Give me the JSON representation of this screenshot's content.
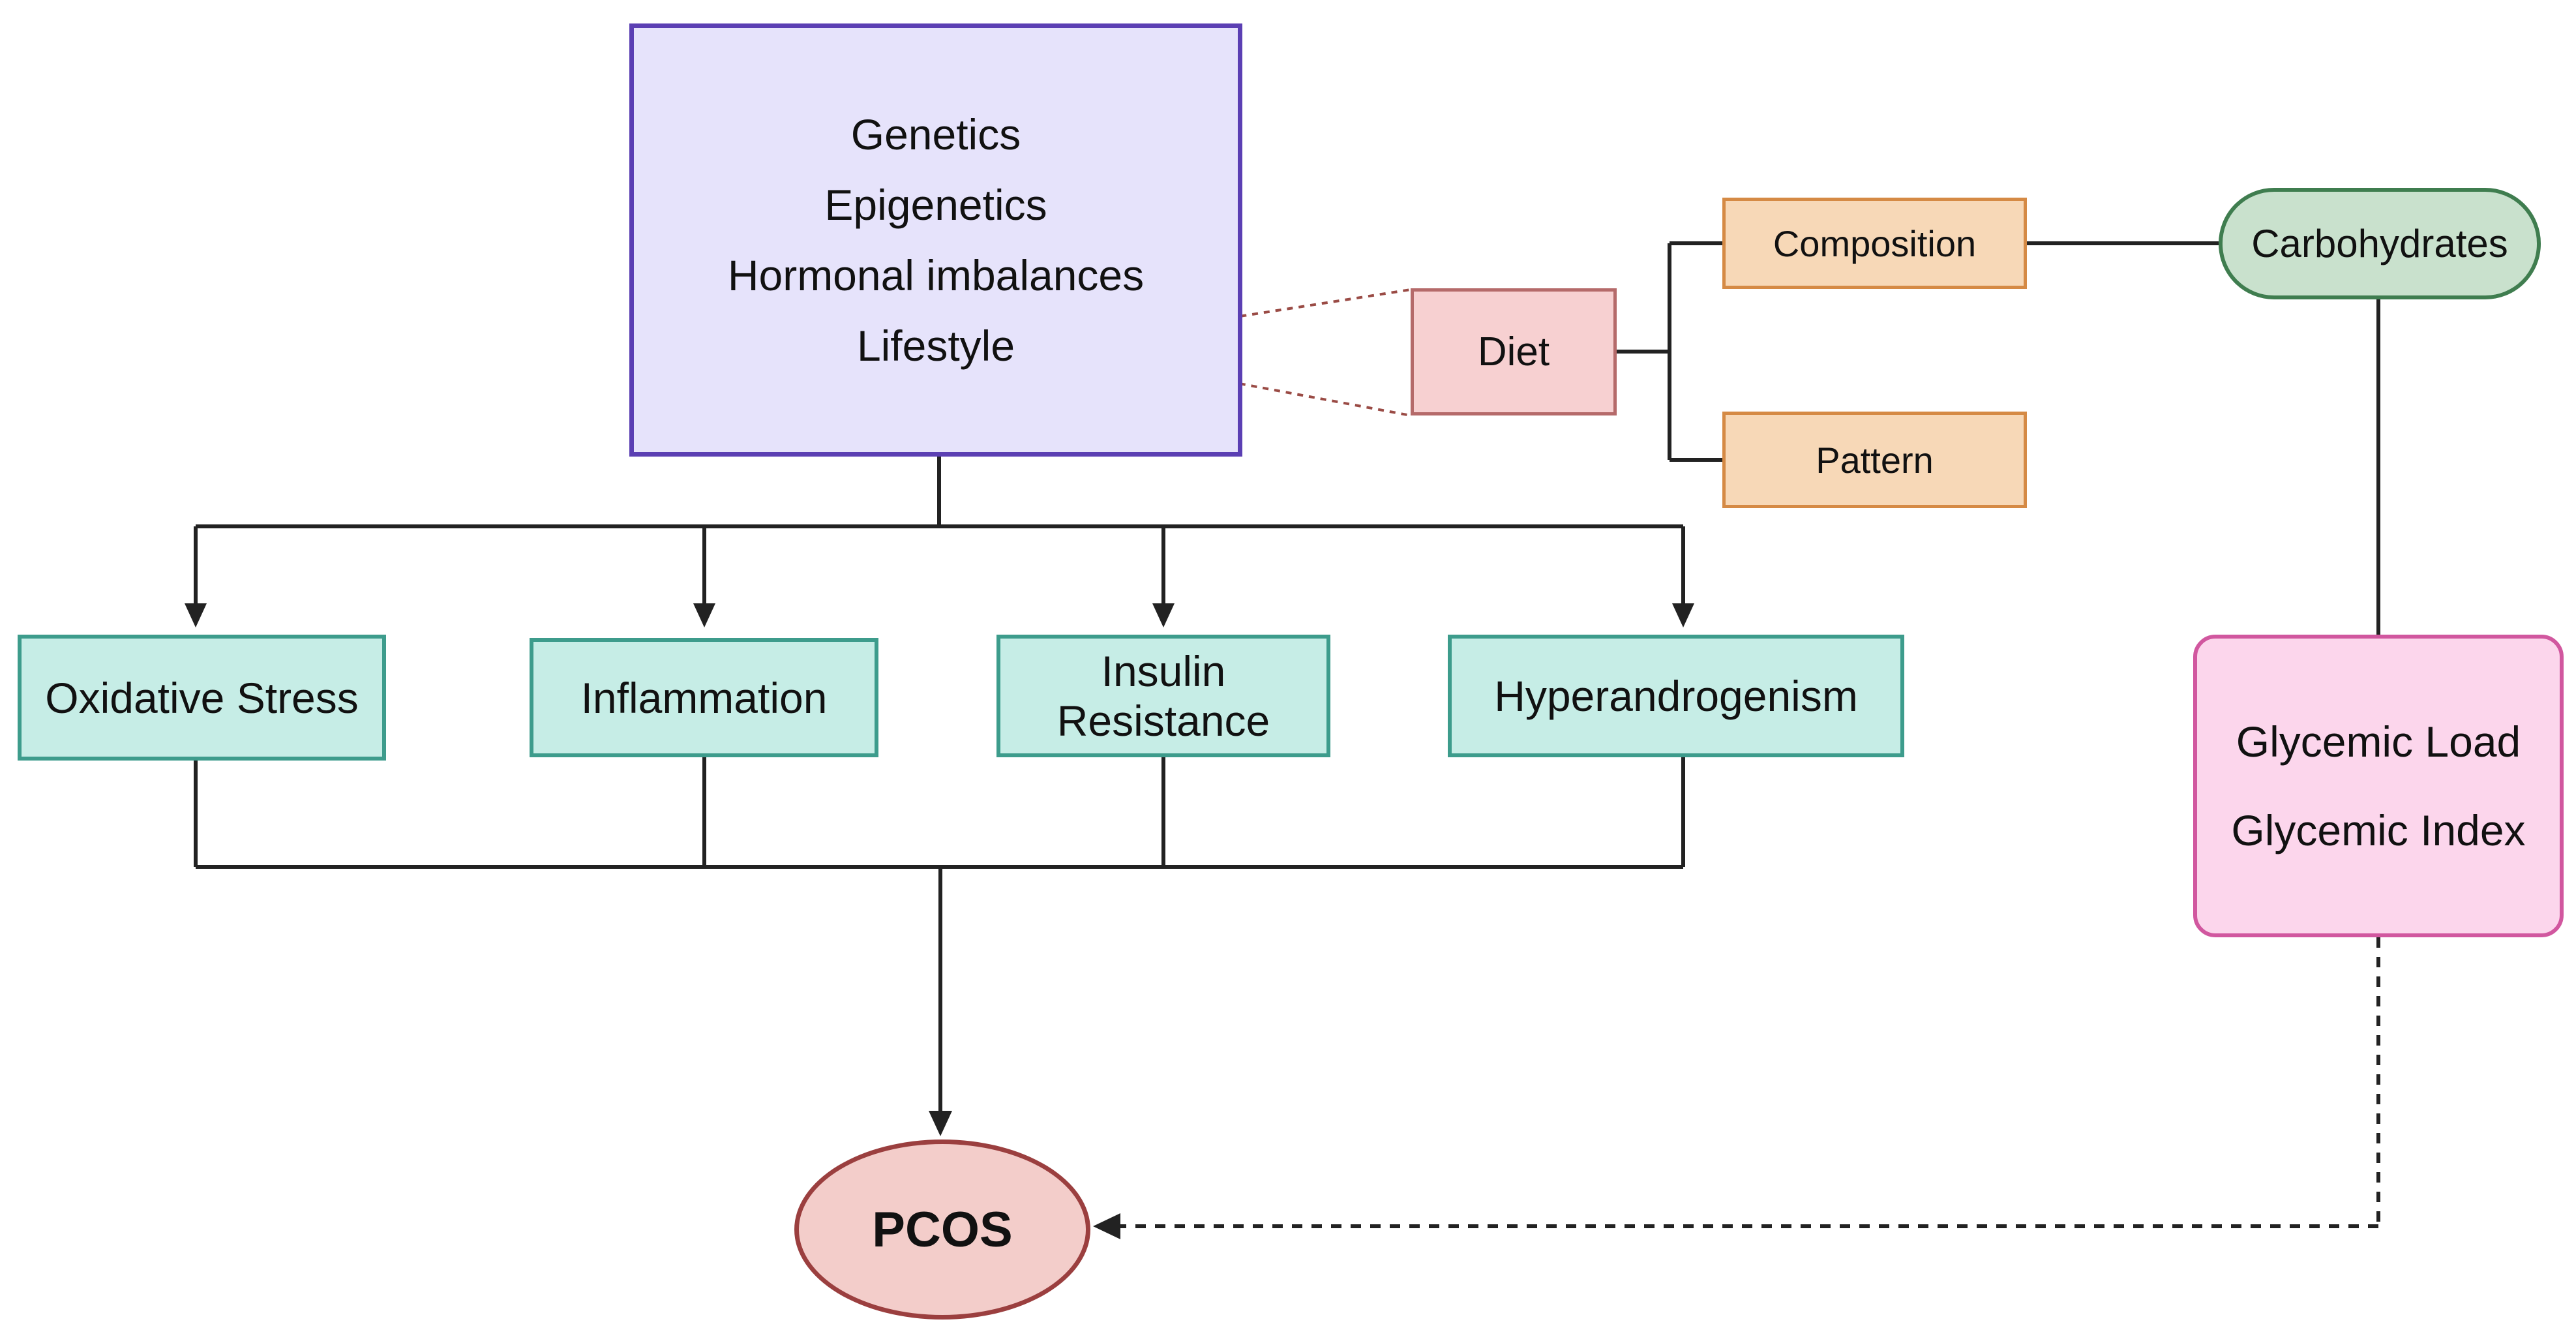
{
  "causes": {
    "lines": [
      "Genetics",
      "Epigenetics",
      "Hormonal imbalances",
      "Lifestyle"
    ]
  },
  "mechanisms": {
    "oxidative_stress": "Oxidative Stress",
    "inflammation": "Inflammation",
    "insulin_resistance_line1": "Insulin",
    "insulin_resistance_line2": "Resistance",
    "hyperandrogenism": "Hyperandrogenism"
  },
  "diet": {
    "label": "Diet",
    "composition": "Composition",
    "pattern": "Pattern"
  },
  "carbohydrates": "Carbohydrates",
  "glycemic": {
    "load": "Glycemic Load",
    "index": "Glycemic Index"
  },
  "outcome": "PCOS",
  "colors": {
    "causes_fill": "#e6e3fb",
    "causes_border": "#5b3fb3",
    "mechanism_fill": "#c6ede6",
    "mechanism_border": "#3d9c8c",
    "diet_fill": "#f7d0d1",
    "diet_border": "#b56a6a",
    "diet_child_fill": "#f7d8b7",
    "diet_child_border": "#d58a45",
    "carbohydrates_fill": "#c9e1cd",
    "carbohydrates_border": "#3f7d4f",
    "glycemic_fill": "#fcd6ec",
    "glycemic_border": "#d1579f",
    "pcos_fill": "#f3cdca",
    "pcos_border": "#9b3f3f"
  }
}
